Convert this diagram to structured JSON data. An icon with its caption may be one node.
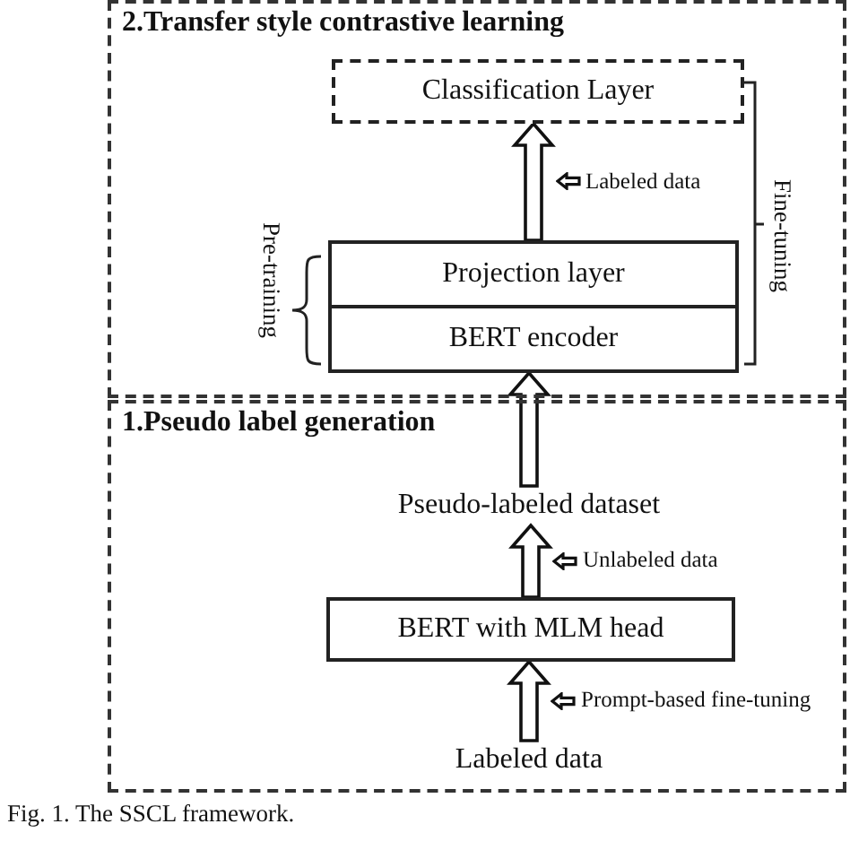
{
  "diagram": {
    "caption": "Fig. 1. The SSCL framework.",
    "nodes": [
      {
        "text": [
          "2.Transfer style contrastive learning"
        ]
      },
      {
        "text": [
          "Classification Layer"
        ],
        "in": 0
      },
      {
        "text": [
          "Projection layer"
        ],
        "in": 0
      },
      {
        "text": [
          "BERT encoder"
        ],
        "in": 0
      },
      {
        "text": [
          "1.Pseudo label generation"
        ]
      },
      {
        "text": [
          "Pseudo-labeled dataset"
        ],
        "in": 4
      },
      {
        "text": [
          "BERT with MLM head"
        ],
        "in": 4
      },
      {
        "text": [
          "Labeled data"
        ],
        "in": 4
      }
    ],
    "edges": [
      {
        "from": 2,
        "to": 1,
        "arrow": "to",
        "label": "Labeled data"
      },
      {
        "from": 5,
        "to": 3,
        "arrow": "to"
      },
      {
        "from": 6,
        "to": 5,
        "arrow": "to",
        "label": "Unlabeled data"
      },
      {
        "from": 7,
        "to": 6,
        "arrow": "to",
        "label": "Prompt-based fine-tuning"
      }
    ],
    "labels": [
      "Pre-training",
      "Fine-tuning"
    ]
  }
}
